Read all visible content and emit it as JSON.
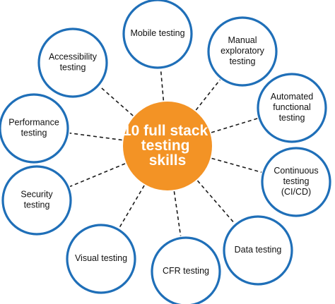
{
  "hub": {
    "lines": [
      "10 full stack",
      "testing",
      "skills"
    ],
    "color": "#f39325"
  },
  "node_stroke_color": "#1f6fb8",
  "nodes": [
    {
      "id": "mobile-testing",
      "lines": [
        "Mobile testing"
      ]
    },
    {
      "id": "manual-exploratory-testing",
      "lines": [
        "Manual",
        "exploratory",
        "testing"
      ]
    },
    {
      "id": "automated-functional-testing",
      "lines": [
        "Automated",
        "functional",
        "testing"
      ]
    },
    {
      "id": "continuous-testing",
      "lines": [
        "Continuous",
        "testing",
        "(CI/CD)"
      ]
    },
    {
      "id": "data-testing",
      "lines": [
        "Data testing"
      ]
    },
    {
      "id": "cfr-testing",
      "lines": [
        "CFR testing"
      ]
    },
    {
      "id": "visual-testing",
      "lines": [
        "Visual testing"
      ]
    },
    {
      "id": "security-testing",
      "lines": [
        "Security",
        "testing"
      ]
    },
    {
      "id": "performance-testing",
      "lines": [
        "Performance",
        "testing"
      ]
    },
    {
      "id": "accessibility-testing",
      "lines": [
        "Accessibility",
        "testing"
      ]
    }
  ]
}
